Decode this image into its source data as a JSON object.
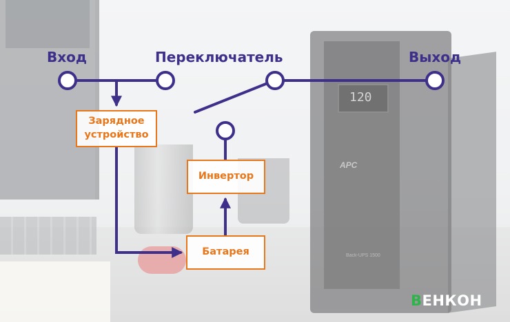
{
  "diagram": {
    "nodes": {
      "input": "Вход",
      "switch": "Переключатель",
      "output": "Выход",
      "charger_line1": "Зарядное",
      "charger_line2": "устройство",
      "inverter": "Инвертор",
      "battery": "Батарея"
    },
    "edges": [
      {
        "from": "input",
        "to": "switch"
      },
      {
        "from": "input",
        "to": "charger"
      },
      {
        "from": "charger",
        "to": "battery"
      },
      {
        "from": "battery",
        "to": "inverter"
      },
      {
        "from": "inverter",
        "to": "switch"
      },
      {
        "from": "switch",
        "to": "output"
      }
    ]
  },
  "background": {
    "ups_display": "120",
    "ups_brand": "APC",
    "ups_model": "Back-UPS 1500"
  },
  "watermark": {
    "logo_mark": "В",
    "logo_text": "ЕНКОН"
  },
  "colors": {
    "line": "#3d2f8a",
    "box": "#e8771b",
    "logo_mark": "#2fb34a"
  }
}
